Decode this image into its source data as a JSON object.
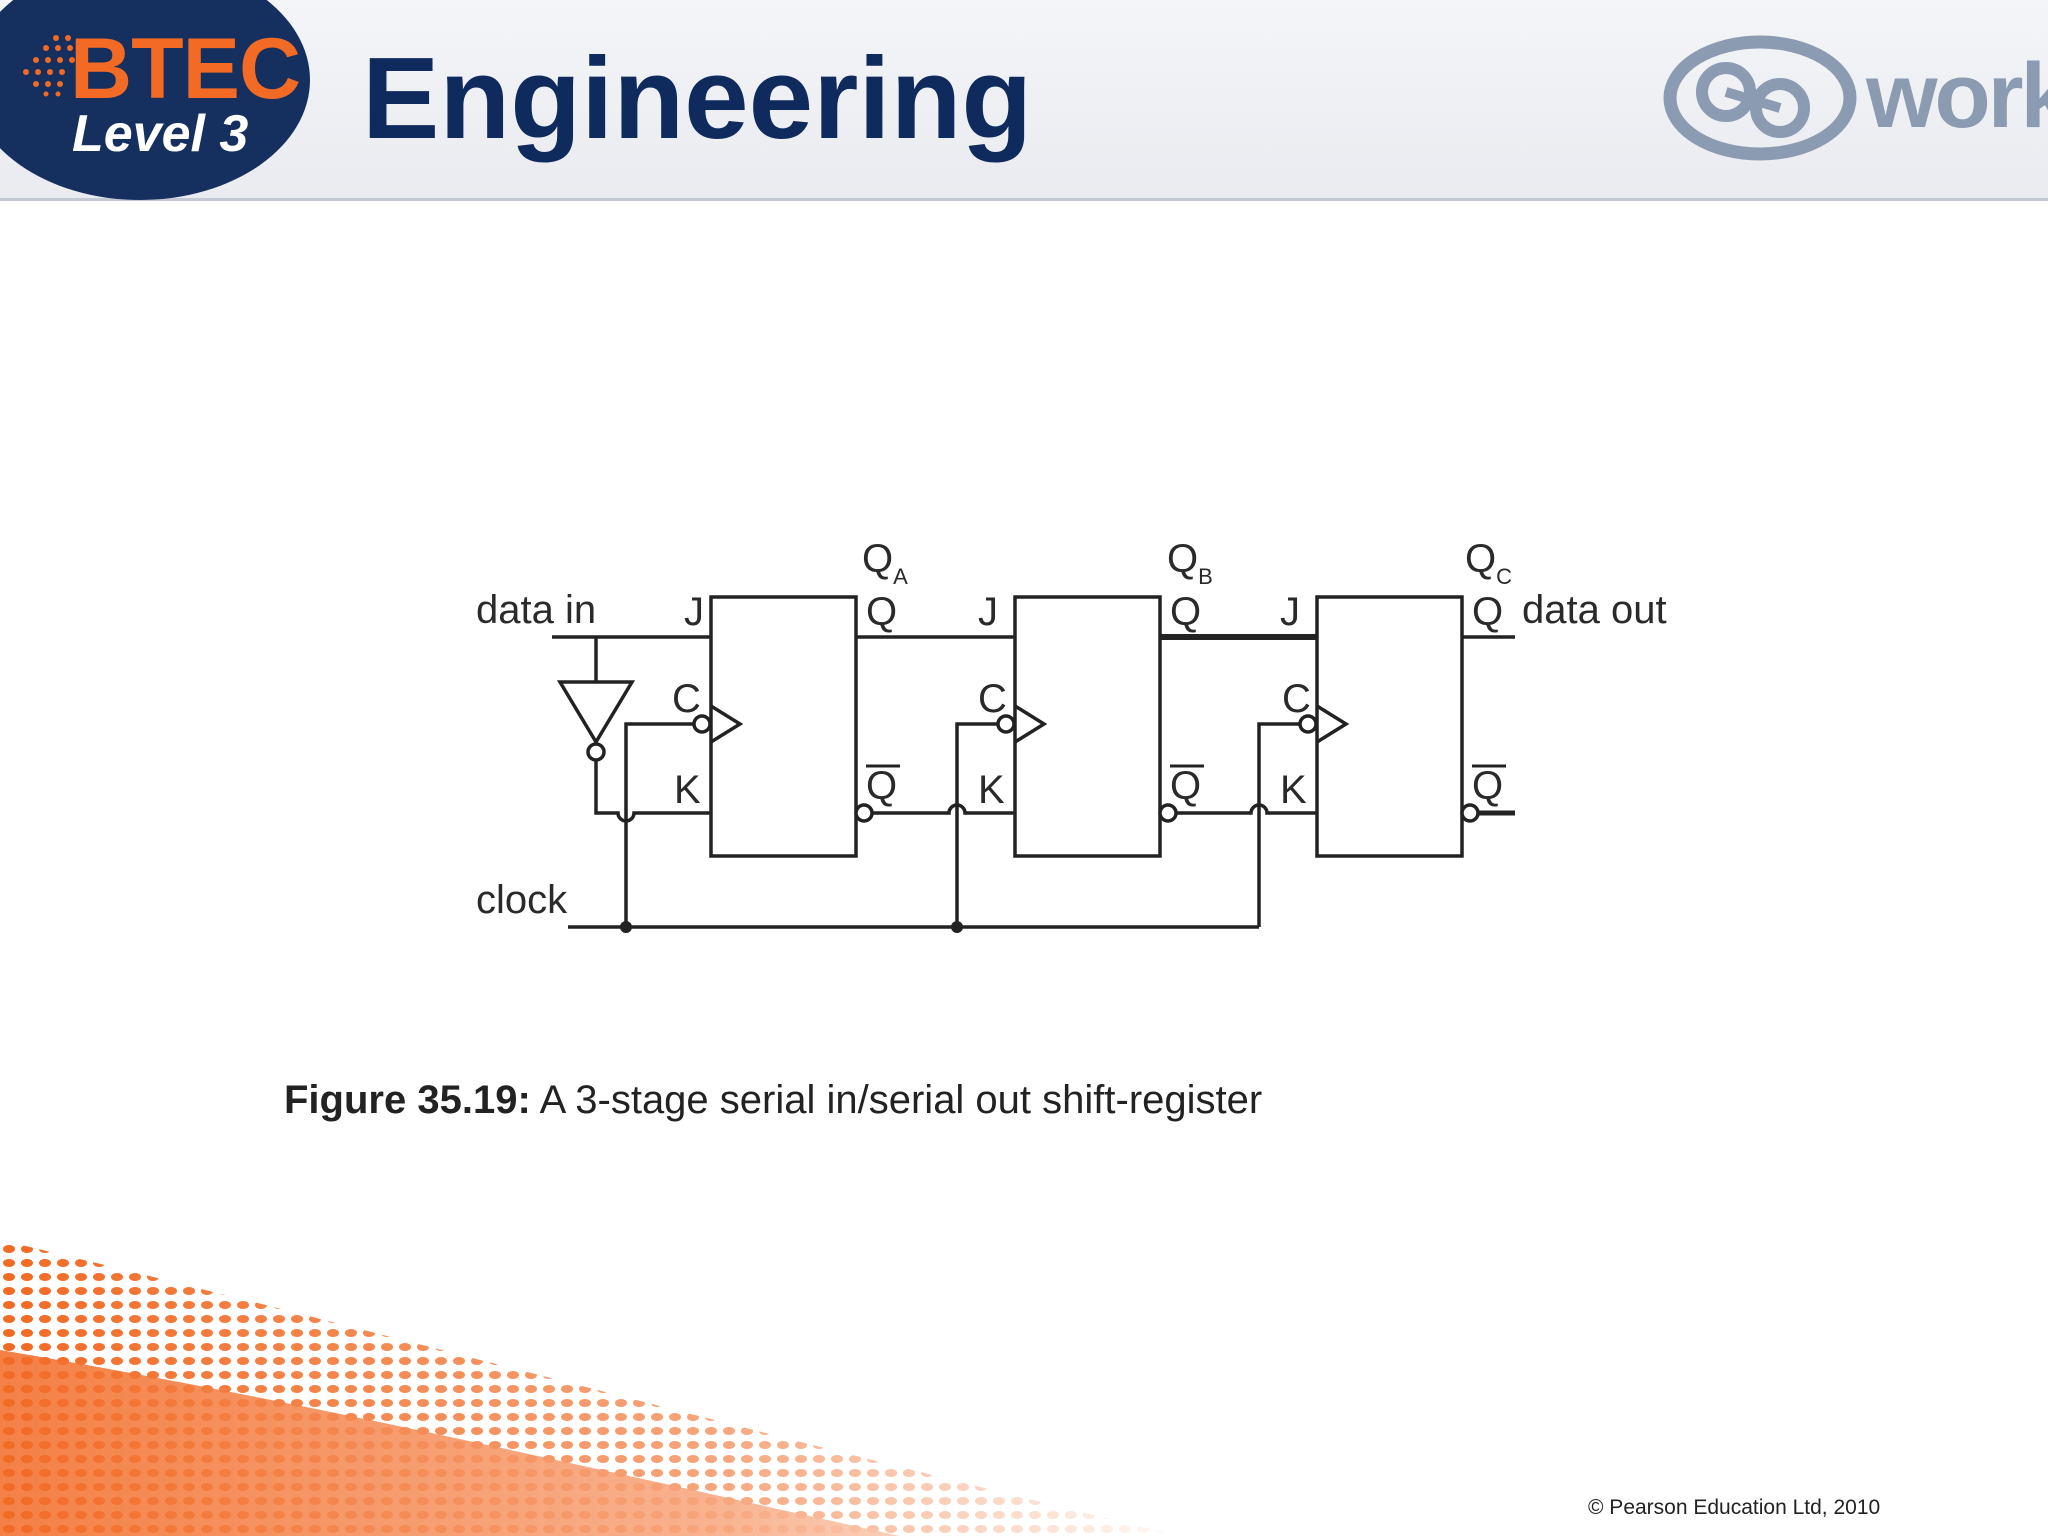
{
  "header": {
    "logo_brand": "BTEC",
    "logo_level": "Level 3",
    "title": "Engineering",
    "right_logo_text": "work"
  },
  "diagram": {
    "input_label": "data in",
    "clock_label": "clock",
    "output_label": "data out",
    "stages": [
      {
        "output_name": "Q",
        "output_sub": "A"
      },
      {
        "output_name": "Q",
        "output_sub": "B"
      },
      {
        "output_name": "Q",
        "output_sub": "C"
      }
    ],
    "pin_labels": {
      "j": "J",
      "k": "K",
      "c": "C",
      "q": "Q",
      "qbar": "Q"
    }
  },
  "caption": {
    "label": "Figure 35.19:",
    "text": " A 3-stage serial in/serial out shift-register"
  },
  "footer": {
    "copyright": "© Pearson Education Ltd, 2010"
  },
  "colors": {
    "header_navy": "#0f2a5c",
    "brand_orange": "#f26a24",
    "logo_grey": "#8b9bb2"
  }
}
